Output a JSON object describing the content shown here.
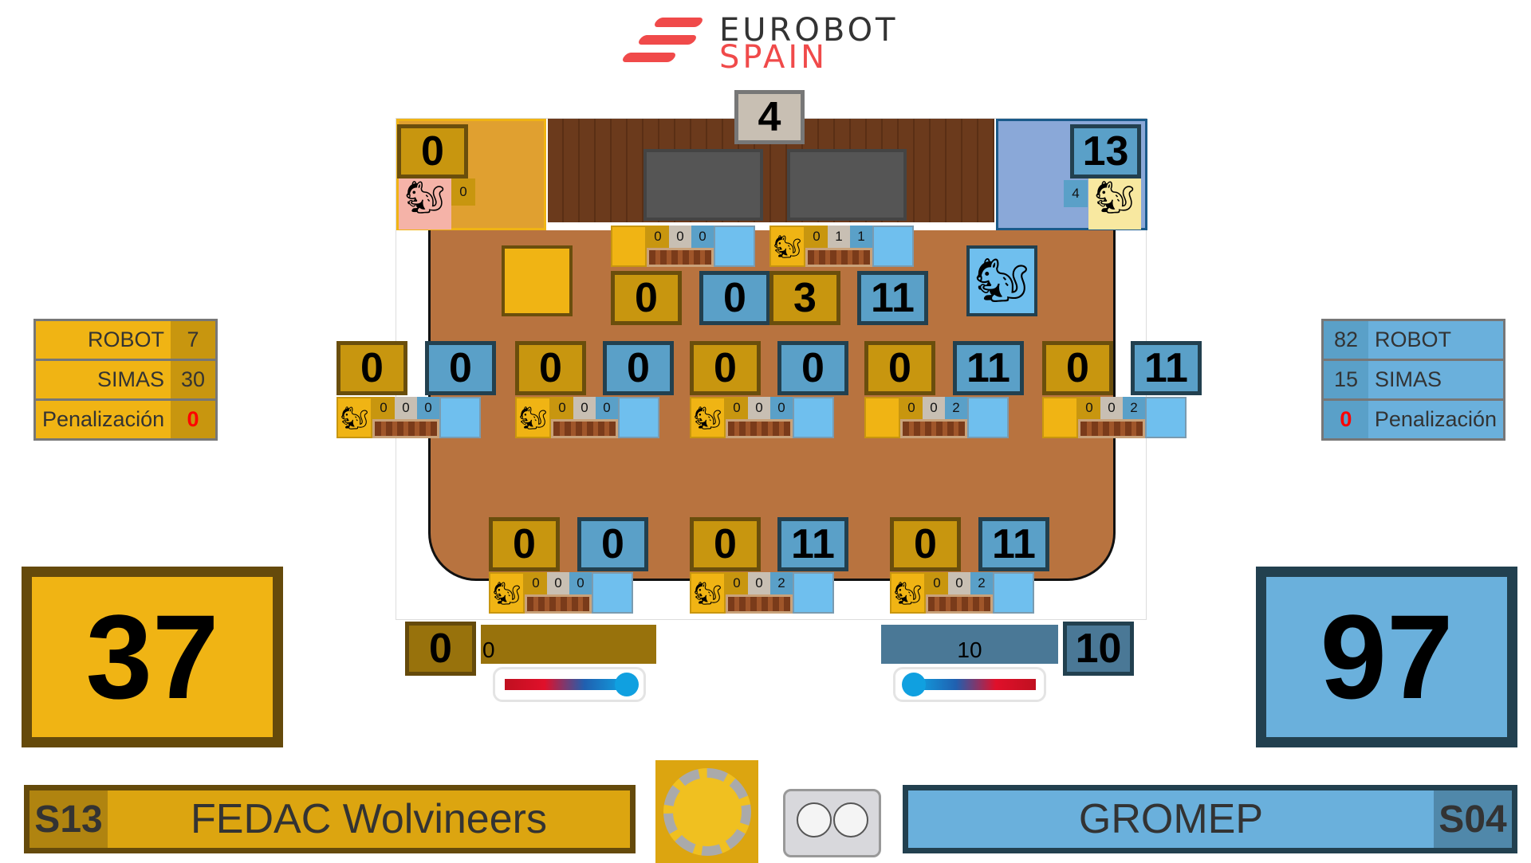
{
  "logo": {
    "line1": "EUROBOT",
    "line2": "SPAIN"
  },
  "center_score": "4",
  "nests": {
    "yellow": {
      "score": "0",
      "small": "0"
    },
    "blue": {
      "score": "13",
      "small": "4"
    }
  },
  "top_pots": [
    {
      "vals": [
        "0",
        "0",
        "0"
      ],
      "squirrel": false
    },
    {
      "vals": [
        "0",
        "1",
        "1"
      ],
      "squirrel": true
    }
  ],
  "top_scores": [
    {
      "team": "y",
      "v": "0"
    },
    {
      "team": "b",
      "v": "0"
    },
    {
      "team": "y",
      "v": "3"
    },
    {
      "team": "b",
      "v": "11"
    }
  ],
  "mid_scores": [
    {
      "team": "y",
      "v": "0"
    },
    {
      "team": "b",
      "v": "0"
    },
    {
      "team": "y",
      "v": "0"
    },
    {
      "team": "b",
      "v": "0"
    },
    {
      "team": "y",
      "v": "0"
    },
    {
      "team": "b",
      "v": "0"
    },
    {
      "team": "y",
      "v": "0"
    },
    {
      "team": "b",
      "v": "11"
    },
    {
      "team": "y",
      "v": "0"
    },
    {
      "team": "b",
      "v": "11"
    }
  ],
  "mid_pots": [
    {
      "vals": [
        "0",
        "0",
        "0"
      ],
      "squirrel": true
    },
    {
      "vals": [
        "0",
        "0",
        "0"
      ],
      "squirrel": true
    },
    {
      "vals": [
        "0",
        "0",
        "0"
      ],
      "squirrel": true
    },
    {
      "vals": [
        "0",
        "0",
        "2"
      ],
      "squirrel": false
    },
    {
      "vals": [
        "0",
        "0",
        "2"
      ],
      "squirrel": false
    }
  ],
  "bot_scores": [
    {
      "team": "y",
      "v": "0"
    },
    {
      "team": "b",
      "v": "0"
    },
    {
      "team": "y",
      "v": "0"
    },
    {
      "team": "b",
      "v": "11"
    },
    {
      "team": "y",
      "v": "0"
    },
    {
      "team": "b",
      "v": "11"
    }
  ],
  "bot_pots": [
    {
      "vals": [
        "0",
        "0",
        "0"
      ],
      "squirrel": true
    },
    {
      "vals": [
        "0",
        "0",
        "2"
      ],
      "squirrel": true
    },
    {
      "vals": [
        "0",
        "0",
        "2"
      ],
      "squirrel": true
    }
  ],
  "yellow": {
    "stats": [
      {
        "label": "ROBOT",
        "value": "7"
      },
      {
        "label": "SIMAS",
        "value": "30"
      },
      {
        "label": "Penalización",
        "value": "0"
      }
    ],
    "total": "37",
    "thermo_score": "0",
    "thermo_label": "0",
    "code": "S13",
    "name": "FEDAC Wolvineers"
  },
  "blue": {
    "stats": [
      {
        "label": "ROBOT",
        "value": "82"
      },
      {
        "label": "SIMAS",
        "value": "15"
      },
      {
        "label": "Penalización",
        "value": "0"
      }
    ],
    "total": "97",
    "thermo_score": "10",
    "thermo_label": "10",
    "code": "S04",
    "name": "GROMEP"
  },
  "colors": {
    "yellow": "#f0b414",
    "blue": "#6ab0dc",
    "accent": "#f04a4a"
  }
}
